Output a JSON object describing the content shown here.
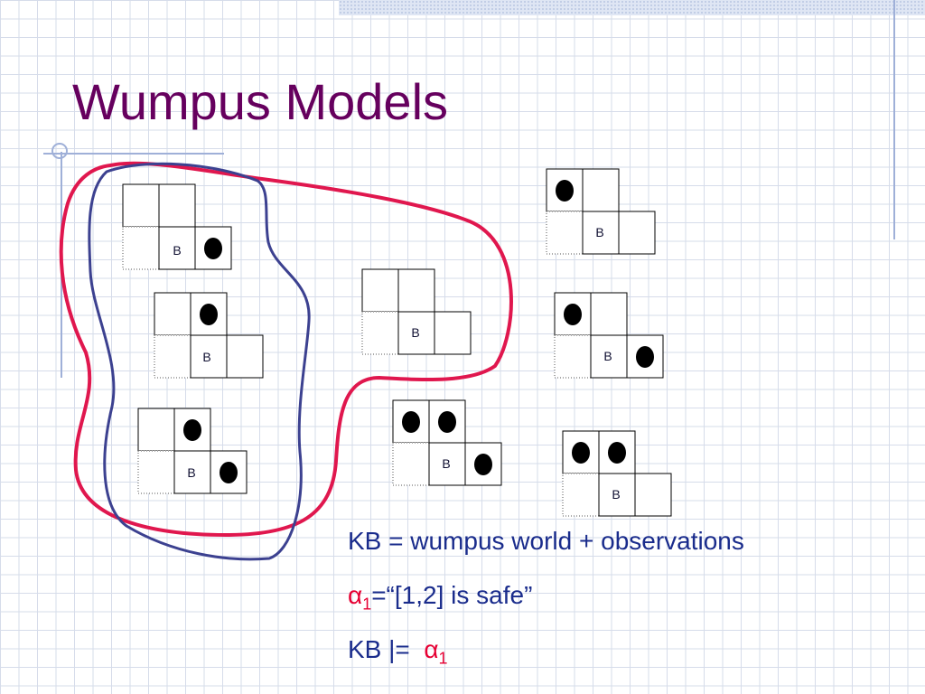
{
  "slide": {
    "title": "Wumpus Models",
    "cell_label": "B",
    "kb_line": "KB = wumpus world + observations",
    "alpha_symbol": "α",
    "alpha_subscript": "1",
    "alpha_def": "=“[1,2] is safe”",
    "entails_prefix": "KB |= "
  },
  "colors": {
    "title": "#66005e",
    "body_text": "#1a2c8c",
    "alpha": "#e60033",
    "kb_region_outline": "#e0174e",
    "alpha_region_outline": "#3c4190"
  },
  "models": [
    {
      "id": "model-1",
      "pits": [
        "3,1"
      ],
      "breeze": "2,1"
    },
    {
      "id": "model-2",
      "pits": [
        "2,2"
      ],
      "breeze": "2,1"
    },
    {
      "id": "model-3",
      "pits": [
        "2,2",
        "3,1"
      ],
      "breeze": "2,1"
    },
    {
      "id": "model-4",
      "pits": [],
      "breeze": "2,1"
    },
    {
      "id": "model-5",
      "pits": [
        "1,2"
      ],
      "breeze": "2,1"
    },
    {
      "id": "model-6",
      "pits": [
        "1,2",
        "3,1"
      ],
      "breeze": "2,1"
    },
    {
      "id": "model-7",
      "pits": [
        "1,2",
        "2,2",
        "3,1"
      ],
      "breeze": "2,1"
    },
    {
      "id": "model-8",
      "pits": [
        "1,2",
        "2,2"
      ],
      "breeze": "2,1"
    }
  ]
}
